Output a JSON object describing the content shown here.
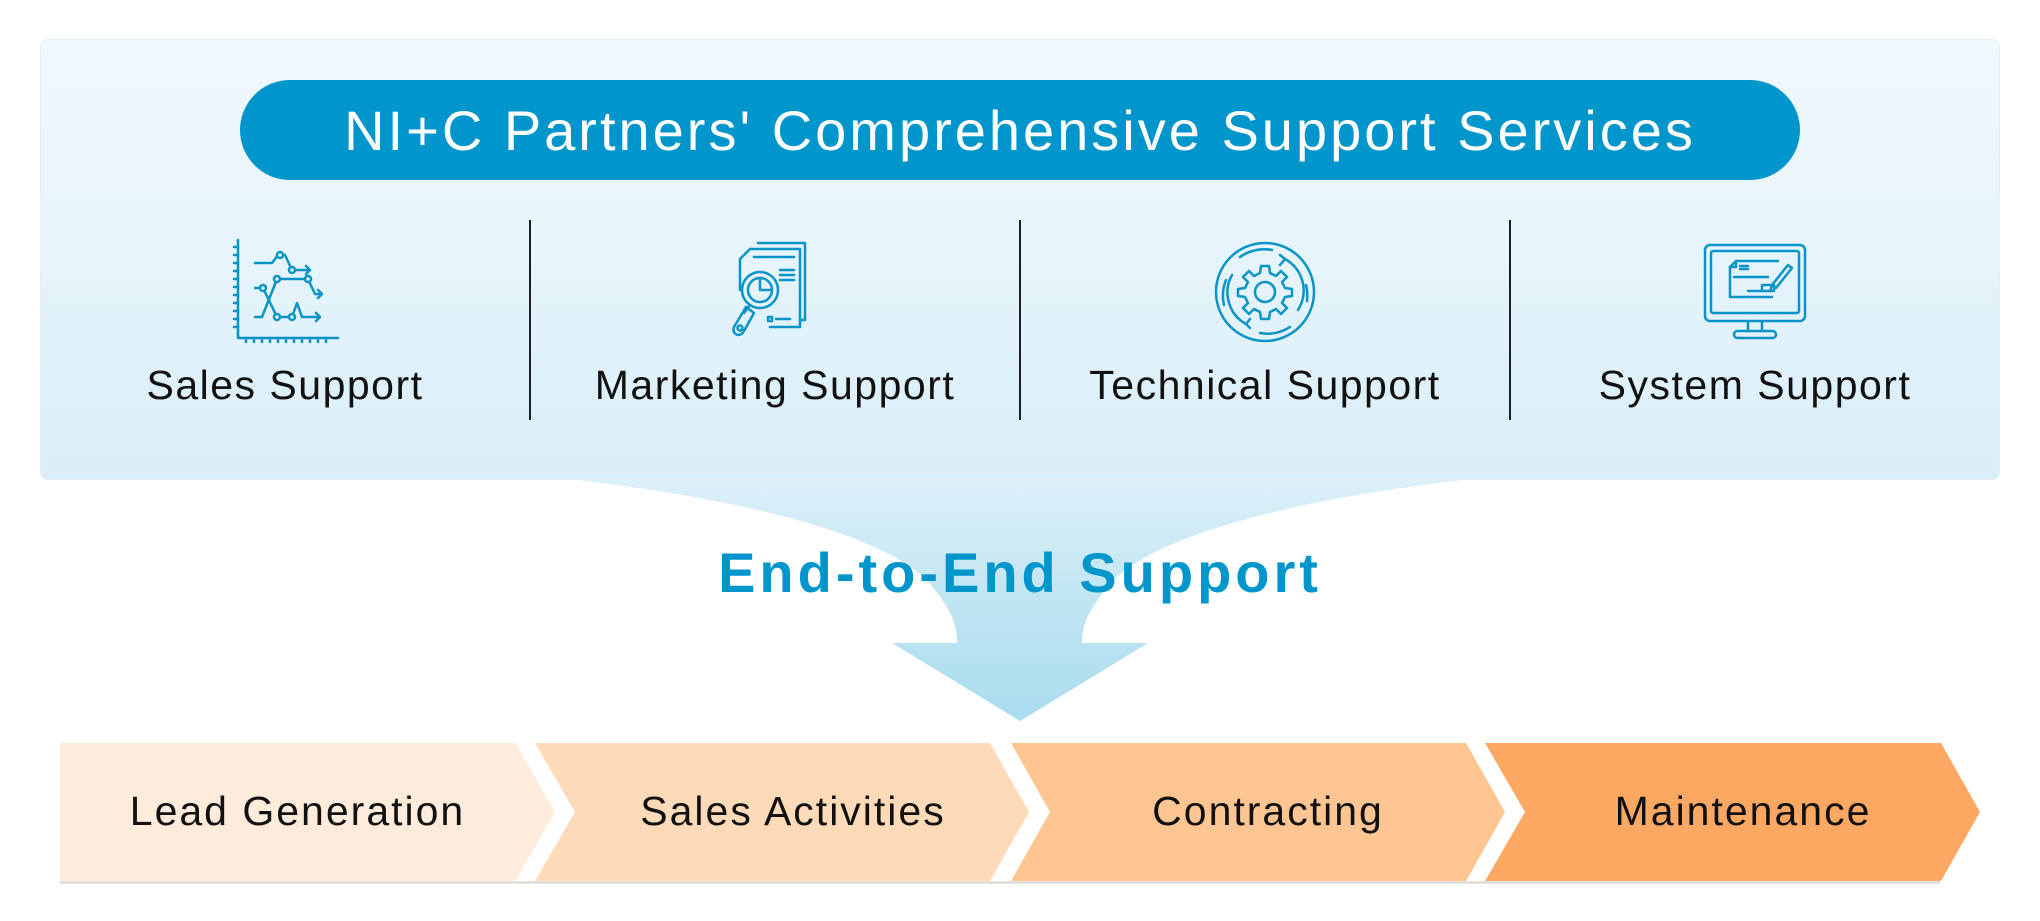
{
  "header": {
    "title": "NI+C Partners' Comprehensive Support Services"
  },
  "services": [
    {
      "label": "Sales Support",
      "icon": "line-chart-icon"
    },
    {
      "label": "Marketing Support",
      "icon": "document-magnifier-icon"
    },
    {
      "label": "Technical Support",
      "icon": "gear-cycle-icon"
    },
    {
      "label": "System Support",
      "icon": "monitor-check-icon"
    }
  ],
  "connector": {
    "label": "End-to-End Support"
  },
  "process_steps": [
    {
      "label": "Lead Generation",
      "color": "#FDEBDC"
    },
    {
      "label": "Sales Activities",
      "color": "#FDDBB8"
    },
    {
      "label": "Contracting",
      "color": "#FCC592"
    },
    {
      "label": "Maintenance",
      "color": "#FDA862"
    }
  ],
  "colors": {
    "accent": "#0096CC",
    "panel_top": "#F1F9FD",
    "panel_bottom": "#D9EEF8",
    "funnel_top": "#DCEFF8",
    "funnel_bottom": "#ABDDEE",
    "text": "#111111"
  }
}
